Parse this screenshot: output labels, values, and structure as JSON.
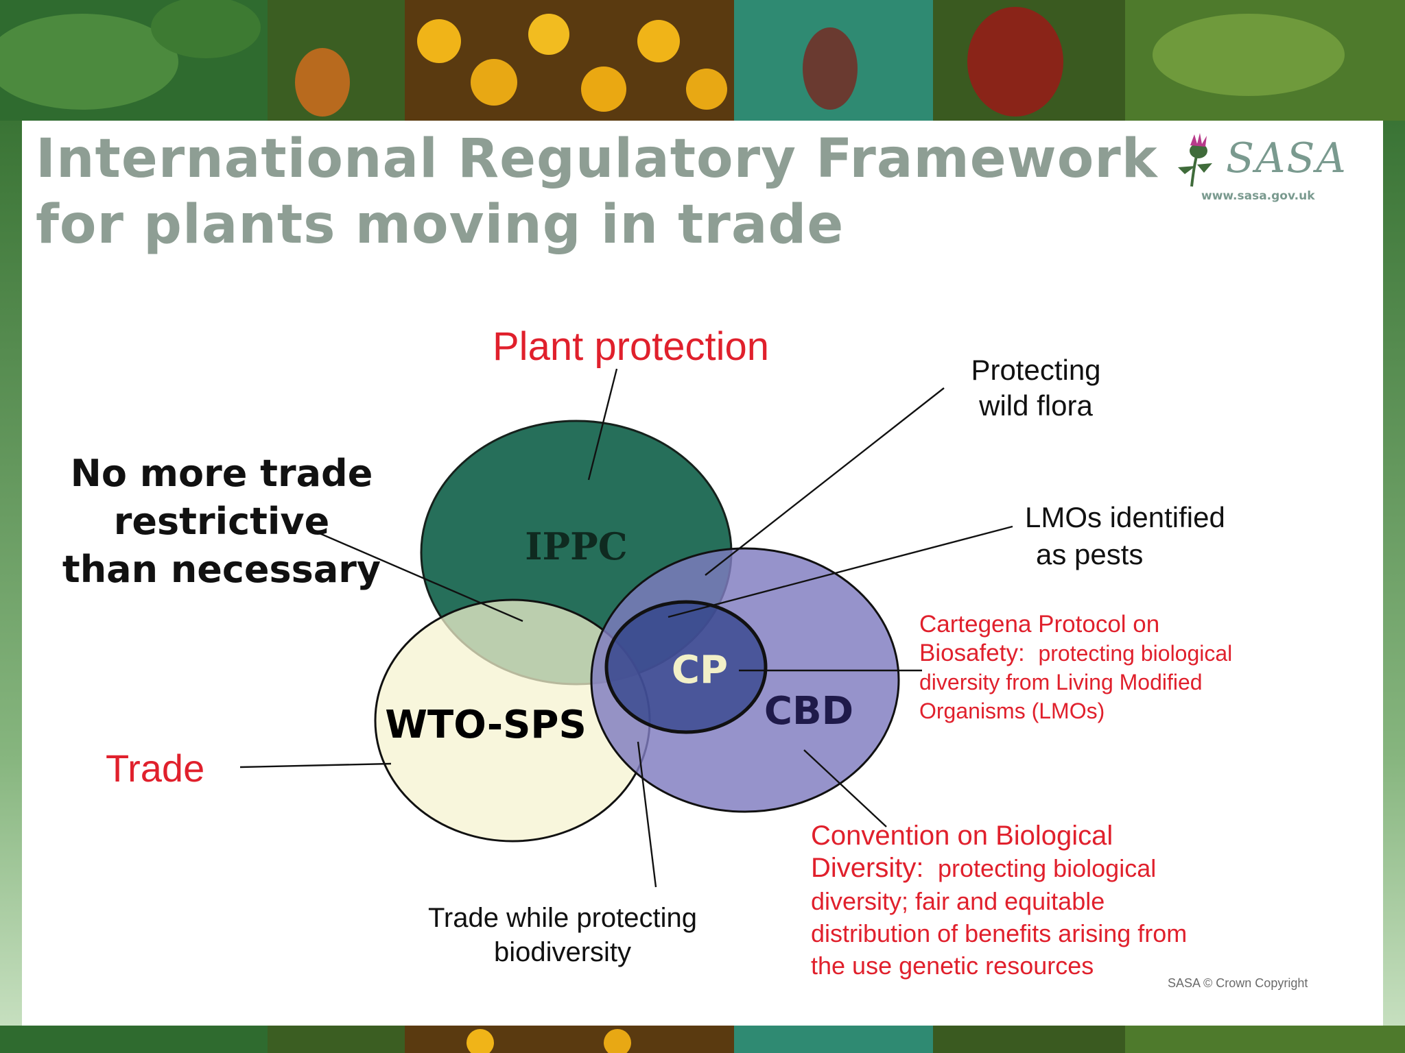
{
  "slide": {
    "title": "International Regulatory Framework for plants moving in trade",
    "logo": {
      "text": "SASA",
      "url": "www.sasa.gov.uk"
    },
    "copyright": "SASA © Crown Copyright"
  },
  "diagram": {
    "circles": {
      "ippc": "IPPC",
      "wto": "WTO-SPS",
      "cbd": "CBD",
      "cp": "CP"
    },
    "annotations": {
      "plant_protection": "Plant protection",
      "trade": "Trade",
      "no_more_trade": [
        "No more trade",
        "restrictive",
        "than necessary"
      ],
      "protecting_wild_flora": [
        "Protecting",
        "wild flora"
      ],
      "lmos_pests": [
        "LMOs identified",
        "as pests"
      ],
      "cartegena": [
        "Cartegena Protocol on",
        "Biosafety:",
        "protecting biological",
        "diversity from Living Modified",
        "Organisms (LMOs)"
      ],
      "trade_biodiversity": [
        "Trade while protecting",
        "biodiversity"
      ],
      "cbd_desc": [
        "Convention on Biological",
        "Diversity:",
        "protecting biological",
        "diversity; fair and equitable",
        "distribution of benefits arising from",
        "the use genetic resources"
      ]
    },
    "colors": {
      "ippc": "#1f6b55",
      "wto": "#f5f2cf",
      "cbd": "#7f7bc0",
      "cp": "#3b4f90",
      "title": "#8e9e94",
      "accent_red": "#e0202c"
    }
  }
}
